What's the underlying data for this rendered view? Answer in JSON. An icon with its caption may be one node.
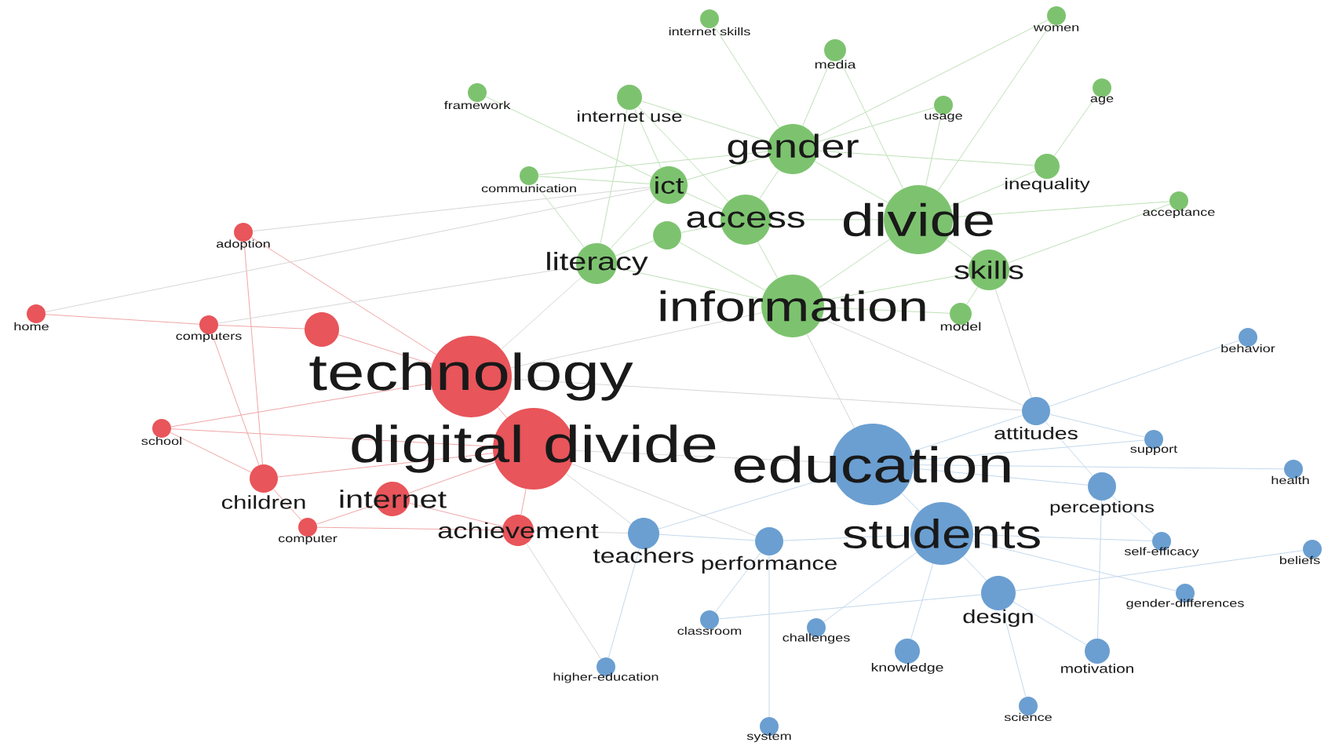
{
  "diagram": {
    "nodes": [
      {
        "text": [
          "women"
        ]
      },
      {
        "text": [
          "internet skills"
        ]
      },
      {
        "text": [
          "media"
        ]
      },
      {
        "text": [
          "age"
        ]
      },
      {
        "text": [
          "framework"
        ]
      },
      {
        "text": [
          "internet use"
        ]
      },
      {
        "text": [
          "usage"
        ]
      },
      {
        "text": [
          "gender"
        ]
      },
      {
        "text": [
          "inequality"
        ]
      },
      {
        "text": [
          "communication"
        ]
      },
      {
        "text": [
          "ict"
        ]
      },
      {
        "text": [
          "divide"
        ]
      },
      {
        "text": [
          "acceptance"
        ]
      },
      {
        "text": [
          "access"
        ]
      },
      {
        "text": [
          "adoption"
        ]
      },
      {
        "text": [
          "skills"
        ]
      },
      {
        "text": [
          "literacy"
        ]
      },
      {
        "text": [
          "information"
        ]
      },
      {
        "text": [],
        "shape": "circle"
      },
      {
        "text": [
          "model"
        ]
      },
      {
        "text": [
          "home"
        ]
      },
      {
        "text": [
          "computers"
        ]
      },
      {
        "text": [
          "behavior"
        ]
      },
      {
        "text": [
          "technology"
        ]
      },
      {
        "text": [],
        "shape": "circle"
      },
      {
        "text": [
          "digital divide"
        ]
      },
      {
        "text": [
          "internet"
        ]
      },
      {
        "text": [
          "attitudes"
        ]
      },
      {
        "text": [
          "school"
        ]
      },
      {
        "text": [
          "support"
        ]
      },
      {
        "text": [
          "education"
        ]
      },
      {
        "text": [
          "health"
        ]
      },
      {
        "text": [
          "children"
        ]
      },
      {
        "text": [
          "perceptions"
        ]
      },
      {
        "text": [
          "students"
        ]
      },
      {
        "text": [
          "achievement"
        ]
      },
      {
        "text": [
          "performance"
        ]
      },
      {
        "text": [
          "computer"
        ]
      },
      {
        "text": [
          "self-efficacy"
        ]
      },
      {
        "text": [
          "teachers"
        ]
      },
      {
        "text": [
          "beliefs"
        ]
      },
      {
        "text": [
          "design"
        ]
      },
      {
        "text": [
          "gender-differences"
        ]
      },
      {
        "text": [
          "classroom"
        ]
      },
      {
        "text": [
          "challenges"
        ]
      },
      {
        "text": [
          "knowledge"
        ]
      },
      {
        "text": [
          "motivation"
        ]
      },
      {
        "text": [
          "higher-education"
        ]
      },
      {
        "text": [
          "science"
        ]
      },
      {
        "text": [
          "system"
        ]
      }
    ],
    "edges": [
      {
        "from": 7,
        "to": 0,
        "arrow": "none",
        "color": "#bfe0b8"
      },
      {
        "from": 7,
        "to": 1,
        "arrow": "none",
        "color": "#bfe0b8"
      },
      {
        "from": 7,
        "to": 2,
        "arrow": "none",
        "color": "#bfe0b8"
      },
      {
        "from": 7,
        "to": 5,
        "arrow": "none",
        "color": "#bfe0b8"
      },
      {
        "from": 7,
        "to": 6,
        "arrow": "none",
        "color": "#bfe0b8"
      },
      {
        "from": 7,
        "to": 8,
        "arrow": "none",
        "color": "#bfe0b8"
      },
      {
        "from": 7,
        "to": 9,
        "arrow": "none",
        "color": "#bfe0b8"
      },
      {
        "from": 7,
        "to": 10,
        "arrow": "none",
        "color": "#bfe0b8"
      },
      {
        "from": 7,
        "to": 11,
        "arrow": "none",
        "color": "#bfe0b8"
      },
      {
        "from": 7,
        "to": 13,
        "arrow": "none",
        "color": "#bfe0b8"
      },
      {
        "from": 11,
        "to": 0,
        "arrow": "none",
        "color": "#bfe0b8"
      },
      {
        "from": 11,
        "to": 2,
        "arrow": "none",
        "color": "#bfe0b8"
      },
      {
        "from": 11,
        "to": 6,
        "arrow": "none",
        "color": "#bfe0b8"
      },
      {
        "from": 11,
        "to": 8,
        "arrow": "none",
        "color": "#bfe0b8"
      },
      {
        "from": 11,
        "to": 12,
        "arrow": "none",
        "color": "#bfe0b8"
      },
      {
        "from": 11,
        "to": 13,
        "arrow": "none",
        "color": "#bfe0b8"
      },
      {
        "from": 11,
        "to": 15,
        "arrow": "none",
        "color": "#bfe0b8"
      },
      {
        "from": 11,
        "to": 17,
        "arrow": "none",
        "color": "#bfe0b8"
      },
      {
        "from": 13,
        "to": 5,
        "arrow": "none",
        "color": "#bfe0b8"
      },
      {
        "from": 13,
        "to": 10,
        "arrow": "none",
        "color": "#bfe0b8"
      },
      {
        "from": 13,
        "to": 17,
        "arrow": "none",
        "color": "#bfe0b8"
      },
      {
        "from": 13,
        "to": 18,
        "arrow": "none",
        "color": "#bfe0b8"
      },
      {
        "from": 17,
        "to": 15,
        "arrow": "none",
        "color": "#bfe0b8"
      },
      {
        "from": 17,
        "to": 16,
        "arrow": "none",
        "color": "#bfe0b8"
      },
      {
        "from": 17,
        "to": 18,
        "arrow": "none",
        "color": "#bfe0b8"
      },
      {
        "from": 17,
        "to": 19,
        "arrow": "none",
        "color": "#bfe0b8"
      },
      {
        "from": 10,
        "to": 4,
        "arrow": "none",
        "color": "#bfe0b8"
      },
      {
        "from": 10,
        "to": 5,
        "arrow": "none",
        "color": "#bfe0b8"
      },
      {
        "from": 10,
        "to": 9,
        "arrow": "none",
        "color": "#bfe0b8"
      },
      {
        "from": 10,
        "to": 16,
        "arrow": "none",
        "color": "#bfe0b8"
      },
      {
        "from": 16,
        "to": 5,
        "arrow": "none",
        "color": "#bfe0b8"
      },
      {
        "from": 16,
        "to": 9,
        "arrow": "none",
        "color": "#bfe0b8"
      },
      {
        "from": 16,
        "to": 18,
        "arrow": "none",
        "color": "#bfe0b8"
      },
      {
        "from": 15,
        "to": 12,
        "arrow": "none",
        "color": "#bfe0b8"
      },
      {
        "from": 15,
        "to": 19,
        "arrow": "none",
        "color": "#bfe0b8"
      },
      {
        "from": 8,
        "to": 3,
        "arrow": "none",
        "color": "#bfe0b8"
      },
      {
        "from": 23,
        "to": 14,
        "arrow": "none",
        "color": "#f0a5a7"
      },
      {
        "from": 23,
        "to": 24,
        "arrow": "none",
        "color": "#f0a5a7"
      },
      {
        "from": 23,
        "to": 25,
        "arrow": "none",
        "color": "#f0a5a7"
      },
      {
        "from": 23,
        "to": 28,
        "arrow": "none",
        "color": "#f0a5a7"
      },
      {
        "from": 25,
        "to": 26,
        "arrow": "none",
        "color": "#f0a5a7"
      },
      {
        "from": 25,
        "to": 28,
        "arrow": "none",
        "color": "#f0a5a7"
      },
      {
        "from": 25,
        "to": 32,
        "arrow": "none",
        "color": "#f0a5a7"
      },
      {
        "from": 25,
        "to": 35,
        "arrow": "none",
        "color": "#f0a5a7"
      },
      {
        "from": 26,
        "to": 35,
        "arrow": "none",
        "color": "#f0a5a7"
      },
      {
        "from": 26,
        "to": 37,
        "arrow": "none",
        "color": "#f0a5a7"
      },
      {
        "from": 35,
        "to": 37,
        "arrow": "none",
        "color": "#f0a5a7"
      },
      {
        "from": 32,
        "to": 14,
        "arrow": "none",
        "color": "#f0a5a7"
      },
      {
        "from": 32,
        "to": 21,
        "arrow": "none",
        "color": "#f0a5a7"
      },
      {
        "from": 32,
        "to": 28,
        "arrow": "none",
        "color": "#f0a5a7"
      },
      {
        "from": 32,
        "to": 37,
        "arrow": "none",
        "color": "#f0a5a7"
      },
      {
        "from": 21,
        "to": 20,
        "arrow": "none",
        "color": "#f0a5a7"
      },
      {
        "from": 24,
        "to": 21,
        "arrow": "none",
        "color": "#f0a5a7"
      },
      {
        "from": 30,
        "to": 27,
        "arrow": "none",
        "color": "#c3d8ec"
      },
      {
        "from": 30,
        "to": 29,
        "arrow": "none",
        "color": "#c3d8ec"
      },
      {
        "from": 30,
        "to": 31,
        "arrow": "none",
        "color": "#c3d8ec"
      },
      {
        "from": 30,
        "to": 33,
        "arrow": "none",
        "color": "#c3d8ec"
      },
      {
        "from": 30,
        "to": 34,
        "arrow": "none",
        "color": "#c3d8ec"
      },
      {
        "from": 30,
        "to": 39,
        "arrow": "none",
        "color": "#c3d8ec"
      },
      {
        "from": 34,
        "to": 36,
        "arrow": "none",
        "color": "#c3d8ec"
      },
      {
        "from": 34,
        "to": 38,
        "arrow": "none",
        "color": "#c3d8ec"
      },
      {
        "from": 34,
        "to": 41,
        "arrow": "none",
        "color": "#c3d8ec"
      },
      {
        "from": 34,
        "to": 42,
        "arrow": "none",
        "color": "#c3d8ec"
      },
      {
        "from": 34,
        "to": 44,
        "arrow": "none",
        "color": "#c3d8ec"
      },
      {
        "from": 34,
        "to": 45,
        "arrow": "none",
        "color": "#c3d8ec"
      },
      {
        "from": 41,
        "to": 40,
        "arrow": "none",
        "color": "#c3d8ec"
      },
      {
        "from": 41,
        "to": 43,
        "arrow": "none",
        "color": "#c3d8ec"
      },
      {
        "from": 41,
        "to": 46,
        "arrow": "none",
        "color": "#c3d8ec"
      },
      {
        "from": 41,
        "to": 48,
        "arrow": "none",
        "color": "#c3d8ec"
      },
      {
        "from": 36,
        "to": 43,
        "arrow": "none",
        "color": "#c3d8ec"
      },
      {
        "from": 36,
        "to": 49,
        "arrow": "none",
        "color": "#c3d8ec"
      },
      {
        "from": 36,
        "to": 39,
        "arrow": "none",
        "color": "#c3d8ec"
      },
      {
        "from": 39,
        "to": 47,
        "arrow": "none",
        "color": "#c3d8ec"
      },
      {
        "from": 27,
        "to": 22,
        "arrow": "none",
        "color": "#c3d8ec"
      },
      {
        "from": 27,
        "to": 29,
        "arrow": "none",
        "color": "#c3d8ec"
      },
      {
        "from": 27,
        "to": 33,
        "arrow": "none",
        "color": "#c3d8ec"
      },
      {
        "from": 33,
        "to": 38,
        "arrow": "none",
        "color": "#c3d8ec"
      },
      {
        "from": 33,
        "to": 46,
        "arrow": "none",
        "color": "#c3d8ec"
      },
      {
        "from": 17,
        "to": 30,
        "arrow": "none",
        "color": "#d6d6d6"
      },
      {
        "from": 17,
        "to": 23,
        "arrow": "none",
        "color": "#d6d6d6"
      },
      {
        "from": 25,
        "to": 30,
        "arrow": "none",
        "color": "#d6d6d6"
      },
      {
        "from": 25,
        "to": 36,
        "arrow": "none",
        "color": "#d6d6d6"
      },
      {
        "from": 25,
        "to": 39,
        "arrow": "none",
        "color": "#d6d6d6"
      },
      {
        "from": 23,
        "to": 16,
        "arrow": "none",
        "color": "#d6d6d6"
      },
      {
        "from": 23,
        "to": 27,
        "arrow": "none",
        "color": "#d6d6d6"
      },
      {
        "from": 15,
        "to": 27,
        "arrow": "none",
        "color": "#d6d6d6"
      },
      {
        "from": 17,
        "to": 27,
        "arrow": "none",
        "color": "#d6d6d6"
      },
      {
        "from": 35,
        "to": 39,
        "arrow": "none",
        "color": "#d6d6d6"
      },
      {
        "from": 35,
        "to": 47,
        "arrow": "none",
        "color": "#d6d6d6"
      },
      {
        "from": 10,
        "to": 14,
        "arrow": "none",
        "color": "#d6d6d6"
      },
      {
        "from": 16,
        "to": 21,
        "arrow": "none",
        "color": "#d6d6d6"
      },
      {
        "from": 10,
        "to": 20,
        "arrow": "none",
        "color": "#d6d6d6"
      }
    ]
  }
}
